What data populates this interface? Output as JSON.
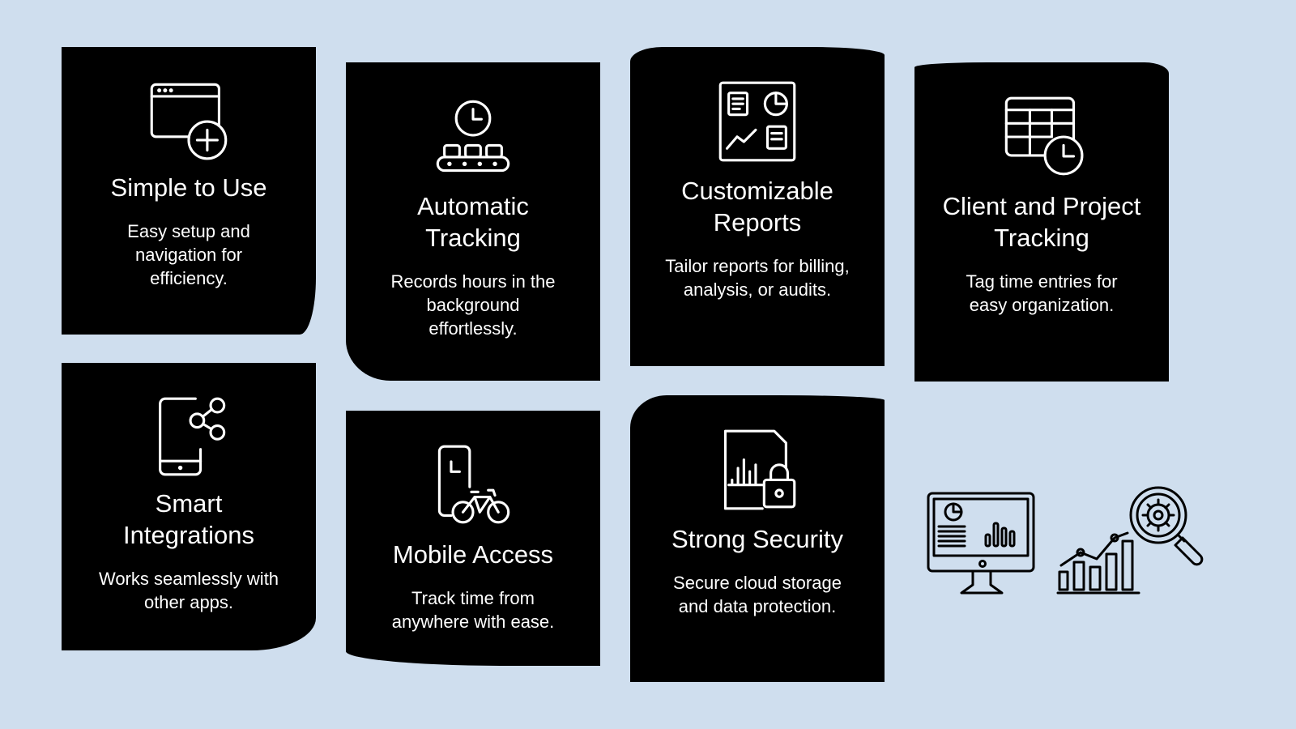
{
  "cards": [
    {
      "title": "Simple to Use",
      "desc": "Easy setup and navigation for efficiency.",
      "icon": "browser-add-icon"
    },
    {
      "title": "Automatic Tracking",
      "desc": "Records hours in the background effortlessly.",
      "icon": "clock-conveyor-icon"
    },
    {
      "title": "Customizable Reports",
      "desc": "Tailor reports for billing, analysis, or audits.",
      "icon": "report-dashboard-icon"
    },
    {
      "title": "Client and Project Tracking",
      "desc": "Tag time entries for easy organization.",
      "icon": "table-clock-icon"
    },
    {
      "title": "Smart Integrations",
      "desc": "Works seamlessly with other apps.",
      "icon": "phone-share-icon"
    },
    {
      "title": "Mobile Access",
      "desc": "Track time from anywhere with ease.",
      "icon": "phone-bicycle-icon"
    },
    {
      "title": "Strong Security",
      "desc": "Secure cloud storage and data protection.",
      "icon": "document-lock-icon"
    }
  ],
  "decorations": [
    "monitor-dashboard-icon",
    "analytics-magnifier-icon"
  ],
  "colors": {
    "background": "#cfdeee",
    "card": "#000000",
    "text": "#ffffff"
  }
}
